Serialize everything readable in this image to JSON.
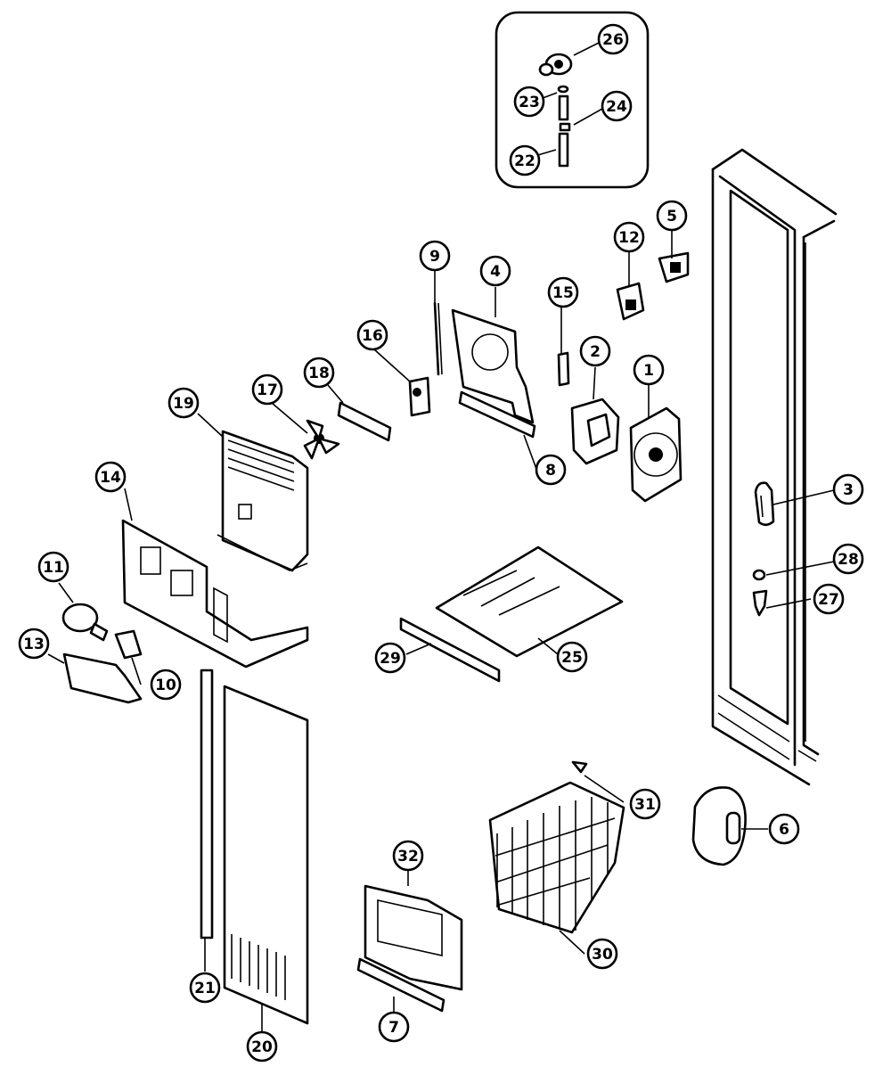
{
  "diagram": {
    "callouts": [
      {
        "id": "c1",
        "label": "1"
      },
      {
        "id": "c2",
        "label": "2"
      },
      {
        "id": "c3",
        "label": "3"
      },
      {
        "id": "c4",
        "label": "4"
      },
      {
        "id": "c5",
        "label": "5"
      },
      {
        "id": "c6",
        "label": "6"
      },
      {
        "id": "c7",
        "label": "7"
      },
      {
        "id": "c8",
        "label": "8"
      },
      {
        "id": "c9",
        "label": "9"
      },
      {
        "id": "c10",
        "label": "10"
      },
      {
        "id": "c11",
        "label": "11"
      },
      {
        "id": "c12",
        "label": "12"
      },
      {
        "id": "c13",
        "label": "13"
      },
      {
        "id": "c14",
        "label": "14"
      },
      {
        "id": "c15",
        "label": "15"
      },
      {
        "id": "c16",
        "label": "16"
      },
      {
        "id": "c17",
        "label": "17"
      },
      {
        "id": "c18",
        "label": "18"
      },
      {
        "id": "c19",
        "label": "19"
      },
      {
        "id": "c20",
        "label": "20"
      },
      {
        "id": "c21",
        "label": "21"
      },
      {
        "id": "c22",
        "label": "22"
      },
      {
        "id": "c23",
        "label": "23"
      },
      {
        "id": "c24",
        "label": "24"
      },
      {
        "id": "c25",
        "label": "25"
      },
      {
        "id": "c26",
        "label": "26"
      },
      {
        "id": "c27",
        "label": "27"
      },
      {
        "id": "c28",
        "label": "28"
      },
      {
        "id": "c29",
        "label": "29"
      },
      {
        "id": "c30",
        "label": "30"
      },
      {
        "id": "c31",
        "label": "31"
      },
      {
        "id": "c32",
        "label": "32"
      }
    ]
  }
}
